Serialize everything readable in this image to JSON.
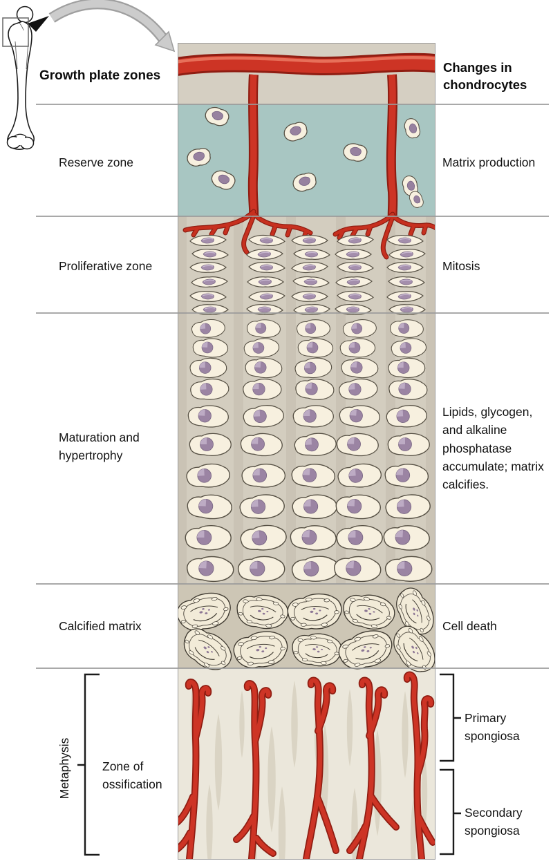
{
  "header": {
    "growth_plate_zones": "Growth plate zones",
    "changes_in_chondrocytes": "Changes in chondrocytes"
  },
  "zones": [
    {
      "name": "Reserve zone",
      "change": "Matrix production"
    },
    {
      "name": "Proliferative zone",
      "change": "Mitosis"
    },
    {
      "name": "Maturation and hypertrophy",
      "change": "Lipids, glycogen, and alkaline phosphatase accumulate; matrix calcifies."
    },
    {
      "name": "Calcified matrix",
      "change": "Cell death"
    },
    {
      "name": "Zone of ossification",
      "changes": [
        "Primary spongiosa",
        "Secondary spongiosa"
      ]
    }
  ],
  "metaphysis_label": "Metaphysis",
  "colors": {
    "vessel_red": "#c5301f",
    "vessel_dark": "#8f1d12",
    "vessel_highlight": "#e7705a",
    "reserve_teal": "#a8c6c2",
    "matrix_tan": "#d3cdbf",
    "calcified_tan": "#cdc6b5",
    "ossification_bg": "#ebe7db",
    "trabecula": "#d9d3c2",
    "cell_cream": "#f7f0df",
    "nucleus_purple": "#9b84a3",
    "divider_gray": "#9a9a9a"
  }
}
